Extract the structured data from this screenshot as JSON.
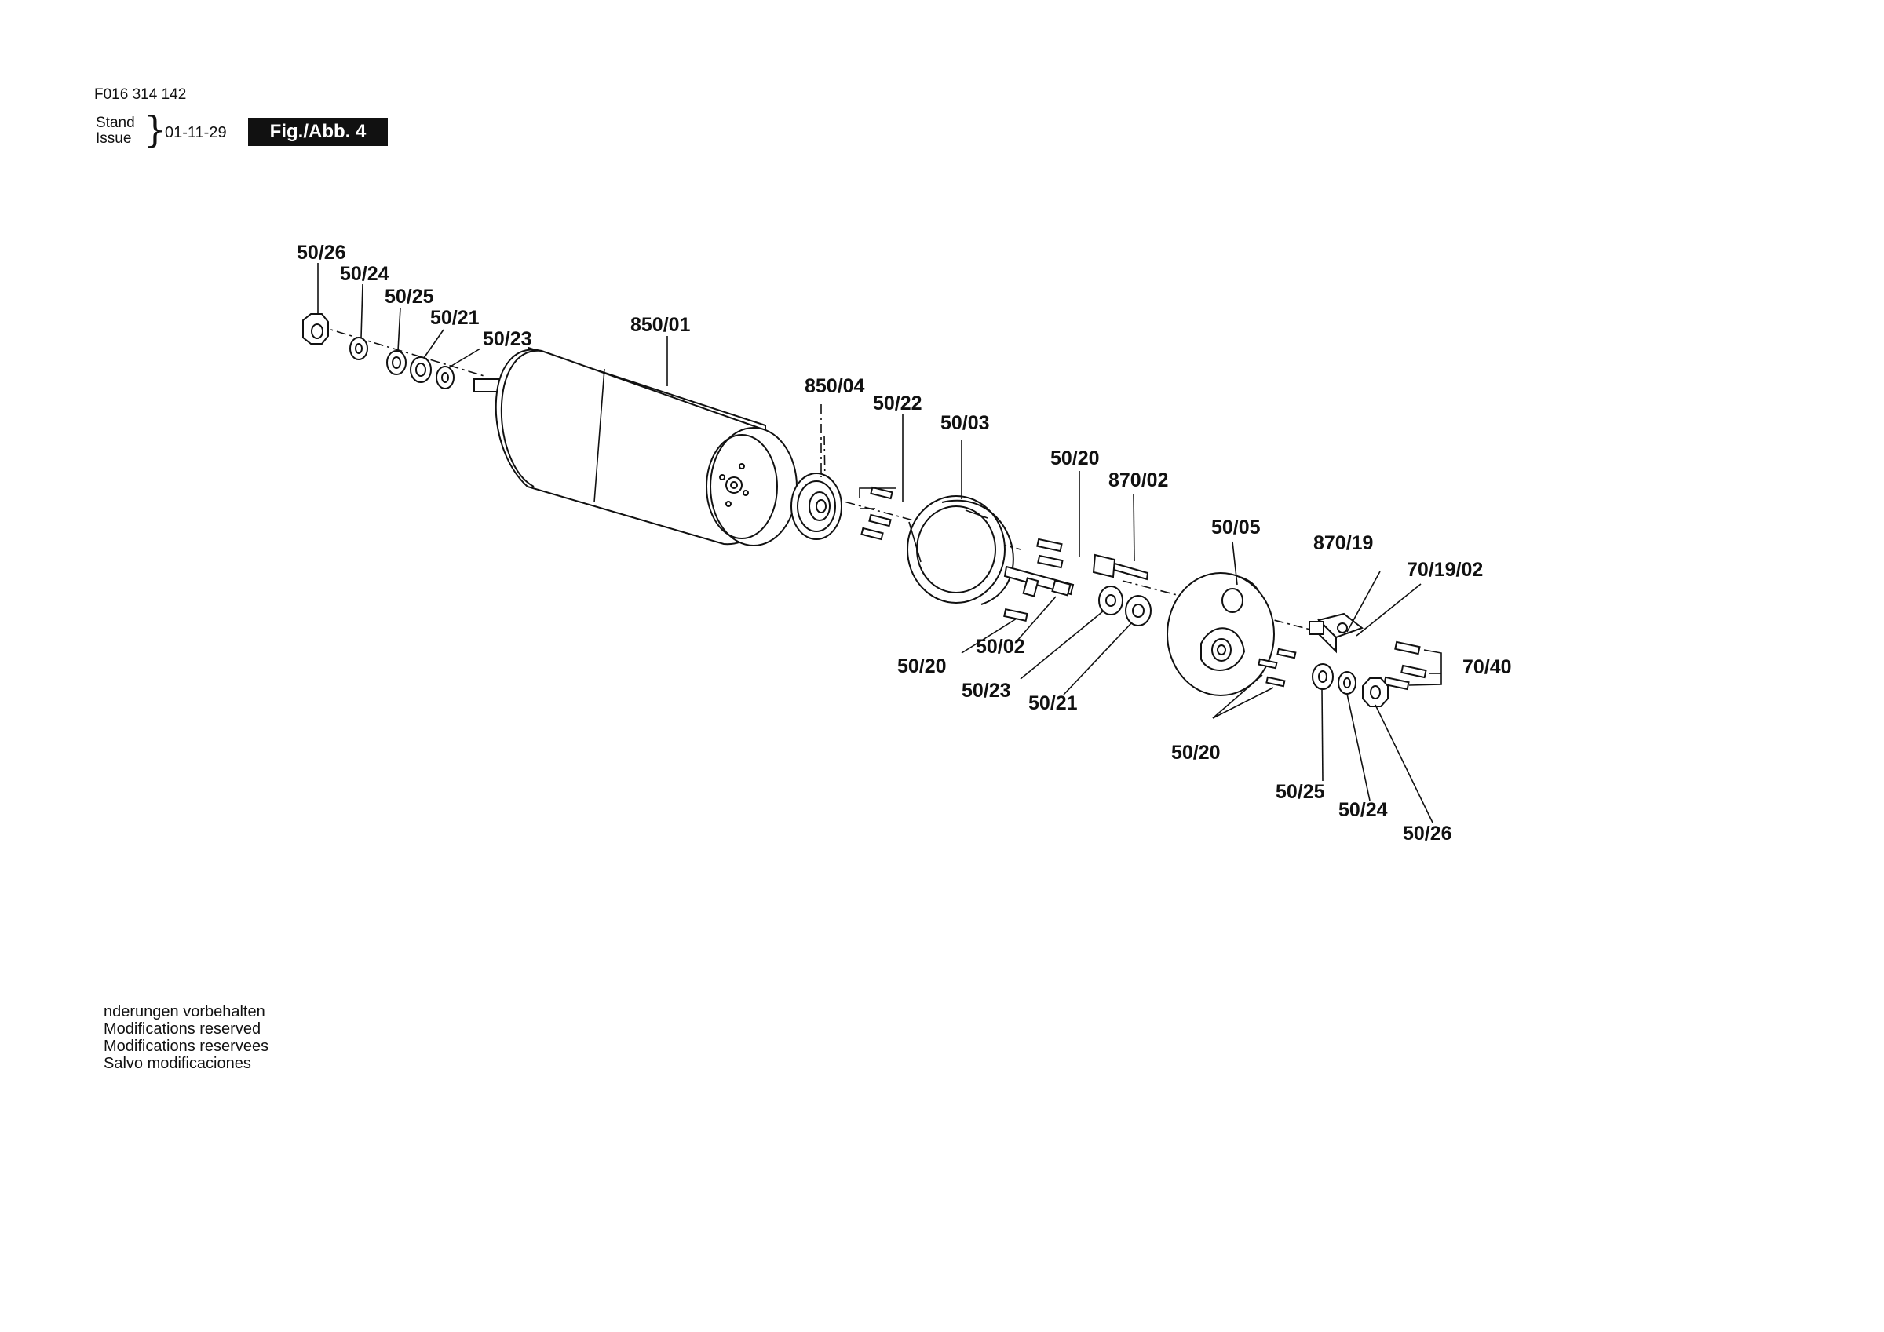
{
  "header": {
    "part_number": "F016 314 142",
    "stand_label": "Stand",
    "issue_label": "Issue",
    "issue_date": "01-11-29",
    "figure_label": "Fig./Abb. 4"
  },
  "notes": [
    "nderungen vorbehalten",
    "Modifications reserved",
    "Modifications reservees",
    "Salvo modificaciones"
  ],
  "callouts": {
    "c1": "50/26",
    "c2": "50/24",
    "c3": "50/25",
    "c4": "50/21",
    "c5": "50/23",
    "c6": "850/01",
    "c7": "850/04",
    "c8": "50/22",
    "c9": "50/03",
    "c10": "50/20",
    "c11": "870/02",
    "c12": "50/05",
    "c13": "870/19",
    "c14": "70/19/02",
    "c15": "70/40",
    "c16": "50/20",
    "c17": "50/02",
    "c18": "50/23",
    "c19": "50/21",
    "c20": "50/20",
    "c21": "50/25",
    "c22": "50/24",
    "c23": "50/26"
  }
}
